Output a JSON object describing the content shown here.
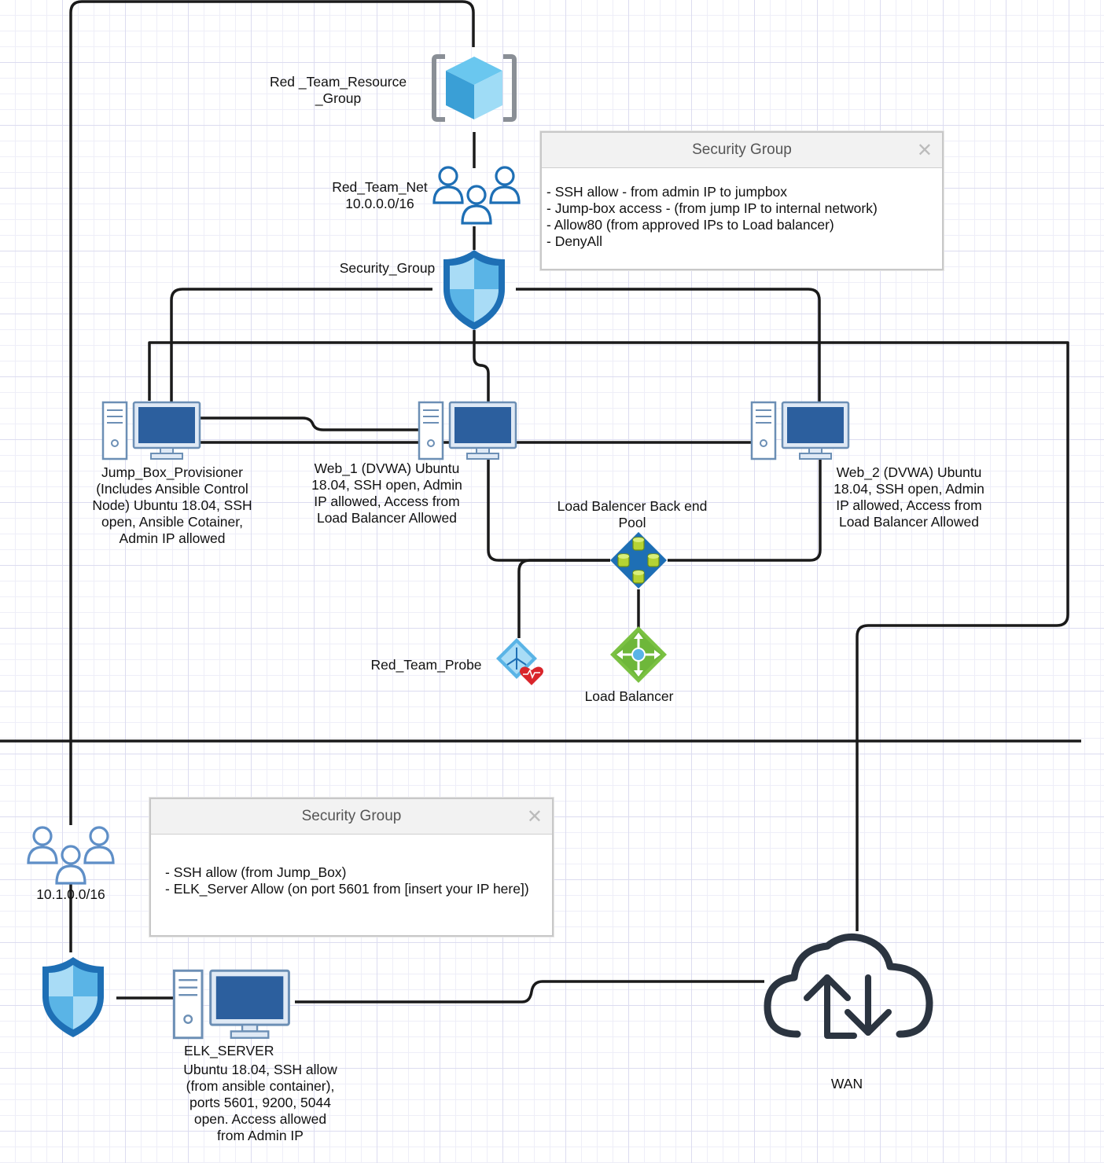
{
  "labels": {
    "resource_group": "Red _Team_Resource\n_Group",
    "net": "Red_Team_Net\n10.0.0.0/16",
    "security_group": "Security_Group",
    "jumpbox": "Jump_Box_Provisioner\n(Includes Ansible Control\nNode) Ubuntu 18.04, SSH\nopen, Ansible Cotainer,\nAdmin IP allowed",
    "web1": "Web_1 (DVWA) Ubuntu\n18.04, SSH open, Admin\nIP allowed, Access from\nLoad Balancer Allowed",
    "web2": "Web_2 (DVWA) Ubuntu\n18.04, SSH open, Admin\nIP allowed, Access from\nLoad Balancer Allowed",
    "backend_pool": "Load Balencer Back end\nPool",
    "probe": "Red_Team_Probe",
    "load_balancer": "Load Balancer",
    "net2": "10.1.0.0/16",
    "elk_server": "ELK_SERVER",
    "elk_desc": "Ubuntu 18.04, SSH allow\n(from ansible container),\nports 5601, 9200, 5044\nopen.  Access allowed\nfrom Admin IP",
    "wan": "WAN"
  },
  "security_panel_1": {
    "title": "Security Group",
    "close": "✕",
    "rules": [
      "- SSH allow - from admin IP to jumpbox",
      "- Jump-box access - (from jump IP to internal network)",
      "- Allow80 (from approved IPs to Load balancer)",
      "- DenyAll"
    ]
  },
  "security_panel_2": {
    "title": "Security Group",
    "close": "✕",
    "rules": [
      "- SSH allow (from Jump_Box)",
      "- ELK_Server Allow (on port 5601 from [insert your IP here])"
    ]
  },
  "colors": {
    "line": "#1a1a1a",
    "azure_blue": "#1e6fb5",
    "azure_light": "#5ab4e6",
    "green": "#7ac142",
    "red": "#d9252b",
    "wan": "#2b3440"
  },
  "icons": [
    "resource-group-icon",
    "users-icon",
    "shield-icon",
    "computer-icon",
    "backend-pool-icon",
    "probe-icon",
    "load-balancer-icon",
    "cloud-icon"
  ]
}
